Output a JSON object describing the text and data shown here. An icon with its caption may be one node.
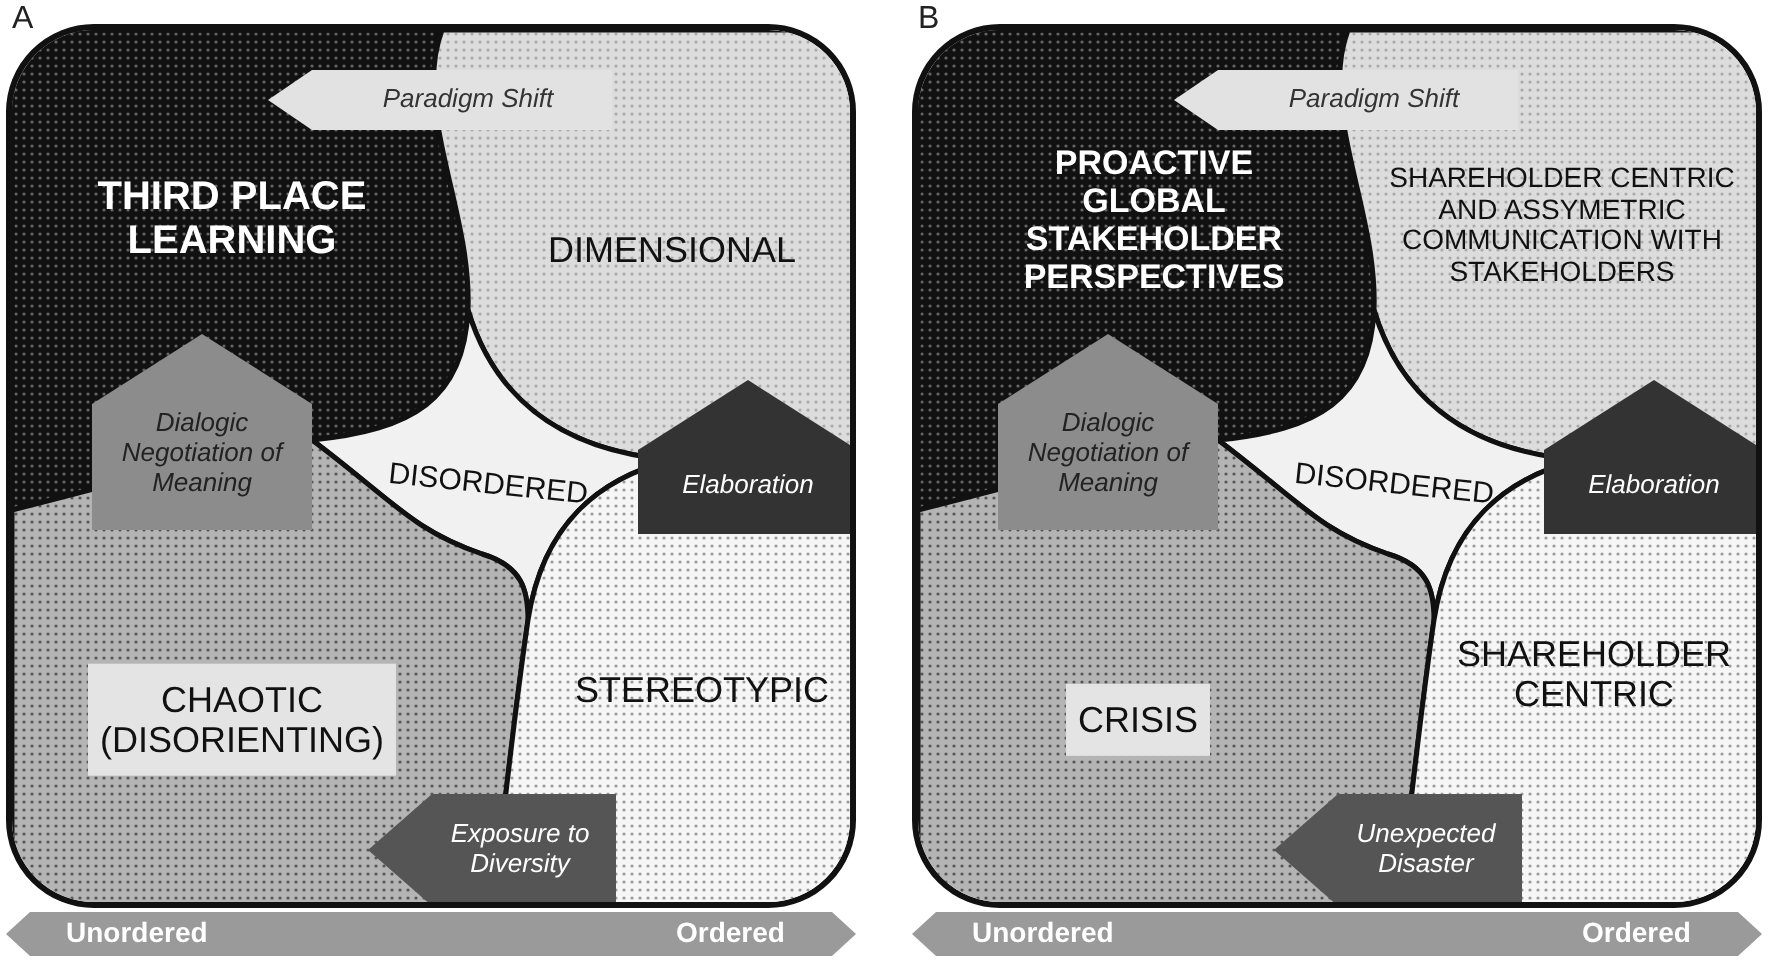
{
  "diagram": {
    "nodes": [
      {
        "text": [
          "A"
        ]
      },
      {
        "text": [
          "THIRD PLACE LEARNING"
        ],
        "in": 0
      },
      {
        "text": [
          "DIMENSIONAL"
        ],
        "in": 0
      },
      {
        "text": [
          "DISORDERED"
        ],
        "in": 0
      },
      {
        "text": [
          "CHAOTIC (DISORIENTING)"
        ],
        "in": 0
      },
      {
        "text": [
          "STEREOTYPIC"
        ],
        "in": 0
      },
      {
        "text": [
          "B"
        ]
      },
      {
        "text": [
          "PROACTIVE GLOBAL STAKEHOLDER PERSPECTIVES"
        ],
        "in": 6
      },
      {
        "text": [
          "SHAREHOLDER CENTRIC AND ASSYMETRIC COMMUNICATION WITH STAKEHOLDERS"
        ],
        "in": 6
      },
      {
        "text": [
          "DISORDERED"
        ],
        "in": 6
      },
      {
        "text": [
          "CRISIS"
        ],
        "in": 6
      },
      {
        "text": [
          "SHAREHOLDER CENTRIC"
        ],
        "in": 6
      }
    ],
    "edges": [
      {
        "from": 2,
        "to": 1,
        "arrow": "to",
        "label": "Paradigm Shift",
        "color": "#e2e2e2"
      },
      {
        "from": 4,
        "to": 1,
        "arrow": "to",
        "label": "Dialogic Negotiation of Meaning",
        "style": "thick",
        "color": "#8c8c8c"
      },
      {
        "from": 5,
        "to": 2,
        "arrow": "to",
        "label": "Elaboration",
        "style": "thick",
        "color": "#333333"
      },
      {
        "from": 5,
        "to": 4,
        "arrow": "to",
        "label": "Exposure to Diversity",
        "color": "#555555"
      },
      {
        "from": 8,
        "to": 7,
        "arrow": "to",
        "label": "Paradigm Shift",
        "color": "#e2e2e2"
      },
      {
        "from": 10,
        "to": 7,
        "arrow": "to",
        "label": "Dialogic Negotiation of Meaning",
        "style": "thick",
        "color": "#8c8c8c"
      },
      {
        "from": 11,
        "to": 8,
        "arrow": "to",
        "label": "Elaboration",
        "style": "thick",
        "color": "#333333"
      },
      {
        "from": 11,
        "to": 10,
        "arrow": "to",
        "label": "Unexpected Disaster",
        "color": "#555555"
      }
    ],
    "labels": [
      "Unordered",
      "Ordered",
      "Unordered",
      "Ordered"
    ]
  }
}
